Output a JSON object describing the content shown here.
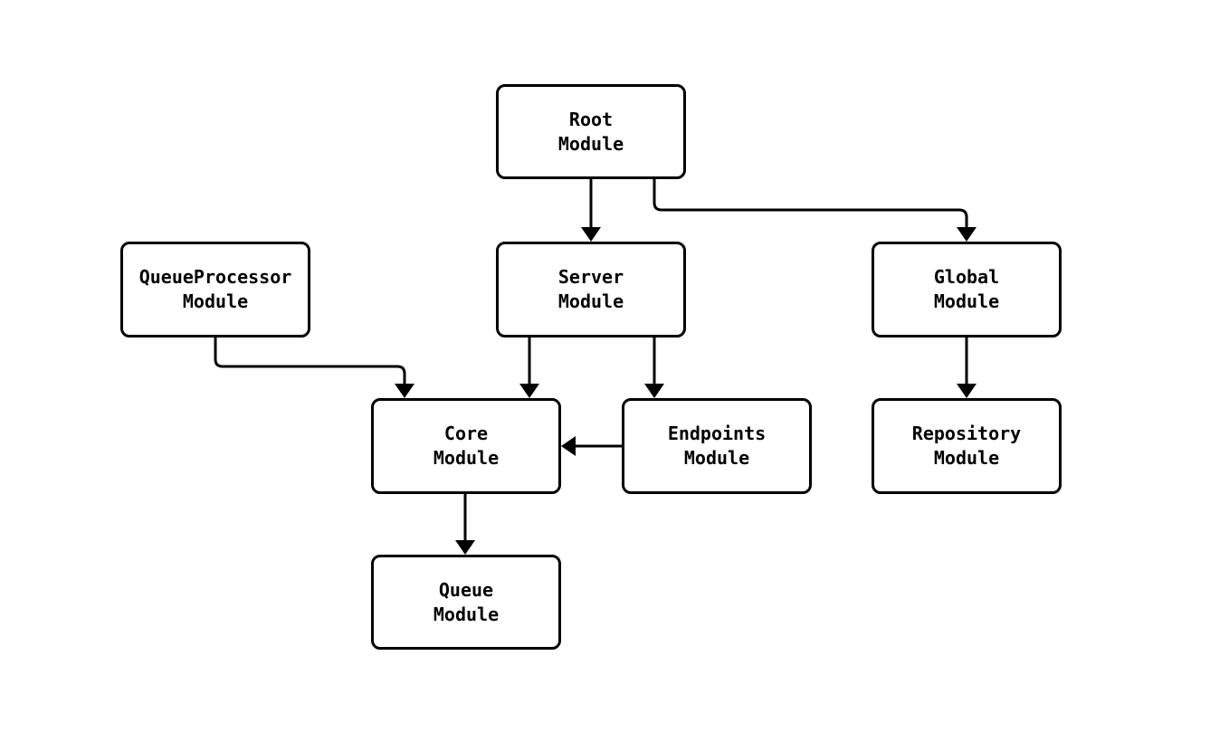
{
  "diagram": {
    "type": "module-dependency-graph",
    "colors": {
      "background": "#ffffff",
      "node_fill": "#ffffff",
      "node_border": "#000000",
      "edge_stroke": "#000000",
      "text": "#000000"
    },
    "nodes": [
      {
        "id": "root-module",
        "line1": "Root",
        "line2": "Module"
      },
      {
        "id": "queueprocessor-module",
        "line1": "QueueProcessor",
        "line2": "Module"
      },
      {
        "id": "server-module",
        "line1": "Server",
        "line2": "Module"
      },
      {
        "id": "global-module",
        "line1": "Global",
        "line2": "Module"
      },
      {
        "id": "core-module",
        "line1": "Core",
        "line2": "Module"
      },
      {
        "id": "endpoints-module",
        "line1": "Endpoints",
        "line2": "Module"
      },
      {
        "id": "repository-module",
        "line1": "Repository",
        "line2": "Module"
      },
      {
        "id": "queue-module",
        "line1": "Queue",
        "line2": "Module"
      }
    ],
    "edges": [
      {
        "from": "Root Module",
        "to": "Server Module"
      },
      {
        "from": "Root Module",
        "to": "Global Module"
      },
      {
        "from": "QueueProcessor Module",
        "to": "Core Module"
      },
      {
        "from": "Server Module",
        "to": "Core Module"
      },
      {
        "from": "Server Module",
        "to": "Endpoints Module"
      },
      {
        "from": "Endpoints Module",
        "to": "Core Module"
      },
      {
        "from": "Global Module",
        "to": "Repository Module"
      },
      {
        "from": "Core Module",
        "to": "Queue Module"
      }
    ]
  }
}
